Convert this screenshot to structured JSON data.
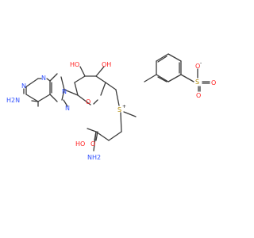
{
  "labels": {
    "nh2_adenine": "H2N",
    "n1": "N",
    "n3": "N",
    "n7": "N",
    "n9": "N",
    "ho_left": "HO",
    "oh_right": "OH",
    "ring_o": "O",
    "s": "S",
    "s_charge": "+",
    "ho_acid": "HO",
    "o_acid": "O",
    "nh2_amino": "NH2",
    "o_sulfonate_minus": "O",
    "sulfonate_charge": "-",
    "s_sulfonate": "S",
    "o_sulfonate_1": "O",
    "o_sulfonate_2": "O"
  },
  "colors": {
    "bond": "#3a3a3a",
    "nitrogen": "#3050ff",
    "oxygen": "#ff2020",
    "sulfur": "#b08800"
  }
}
